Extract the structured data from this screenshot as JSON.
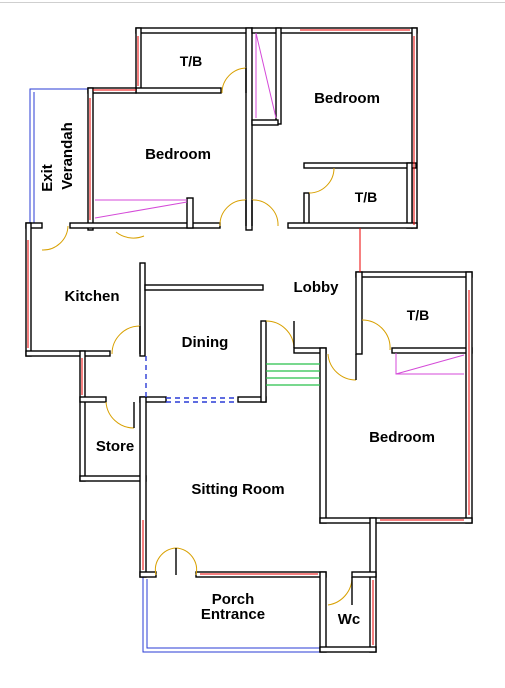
{
  "rooms": {
    "tb_top_left": "T/B",
    "bedroom_top_right": "Bedroom",
    "bedroom_left": "Bedroom",
    "exit_verandah_line1": "Exit",
    "exit_verandah_line2": "Verandah",
    "tb_middle": "T/B",
    "kitchen": "Kitchen",
    "lobby": "Lobby",
    "dining": "Dining",
    "tb_right": "T/B",
    "store": "Store",
    "bedroom_bottom_right": "Bedroom",
    "sitting_room": "Sitting Room",
    "porch_line1": "Porch",
    "porch_line2": "Entrance",
    "wc": "Wc"
  },
  "colors": {
    "wall": "#000000",
    "window": "#ee0000",
    "door_swing": "#d8a000",
    "porch_outline": "#2a3bd6",
    "stairs": "#27c04a",
    "shower": "#d44ad8"
  }
}
